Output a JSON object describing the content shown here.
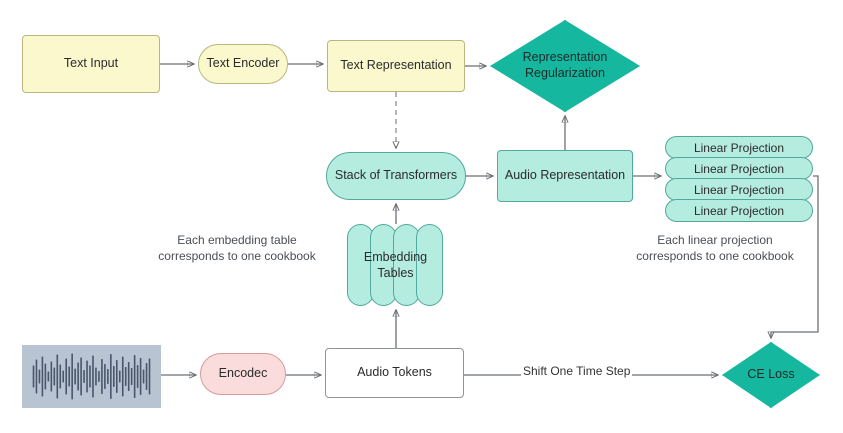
{
  "diagram": {
    "title": "Audio language model training architecture",
    "colors": {
      "yellow": "#fbf8cd",
      "mint": "#b4ece0",
      "teal": "#16b79f",
      "pink": "#fadcdc",
      "waveform_bg": "#b9c4d2",
      "waveform_bar": "#49566b",
      "edge": "#6b7075"
    },
    "nodes": {
      "text_input": "Text Input",
      "text_encoder": "Text Encoder",
      "text_representation": "Text Representation",
      "representation_regularization": "Representation\nRegularization",
      "representation_regularization_line1": "Representation",
      "representation_regularization_line2": "Regularization",
      "stack_of_transformers": "Stack of Transformers",
      "audio_representation": "Audio Representation",
      "audio_tokens": "Audio Tokens",
      "encodec": "Encodec",
      "ce_loss": "CE Loss",
      "embedding_tables_line1": "Embedding",
      "embedding_tables_line2": "Tables"
    },
    "linear_projections": [
      "Linear Projection",
      "Linear Projection",
      "Linear Projection",
      "Linear Projection"
    ],
    "captions": {
      "embedding": "Each embedding table corresponds to one cookbook",
      "linear": "Each linear projection corresponds to one cookbook"
    },
    "edge_labels": {
      "shift_one_time_step": "Shift One Time Step"
    },
    "icons": {
      "waveform": "audio-waveform-icon"
    },
    "waveform_bars": [
      22,
      34,
      14,
      40,
      26,
      10,
      30,
      18,
      44,
      24,
      12,
      36,
      20,
      46,
      16,
      28,
      38,
      13,
      32,
      22,
      42,
      18,
      11,
      35,
      25,
      15,
      45,
      21,
      33,
      12,
      40,
      19,
      29,
      17,
      43,
      23,
      37,
      14,
      27,
      36
    ]
  }
}
